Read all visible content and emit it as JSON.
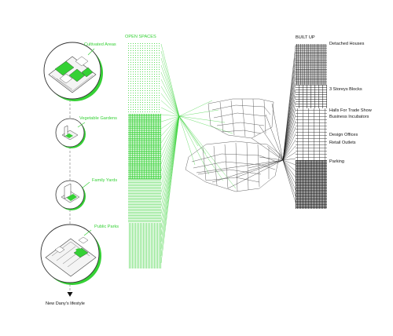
{
  "open_spaces": {
    "heading": "OPEN SPACES",
    "items": [
      "Cultivated Areas",
      "Vegetable Gardens",
      "Family Yards",
      "Public Parks"
    ]
  },
  "built_up": {
    "heading": "BUILT UP",
    "items": [
      "Detached Houses",
      "3 Storeys Blocks",
      "Halls For Trade Show",
      "Business Incubators",
      "Design Offices",
      "Retail Outlets",
      "Parking"
    ]
  },
  "footer": {
    "label": "New Dany's lifestyle"
  },
  "colors": {
    "accent": "#35d135",
    "ink": "#111111",
    "wire": "#555555"
  }
}
